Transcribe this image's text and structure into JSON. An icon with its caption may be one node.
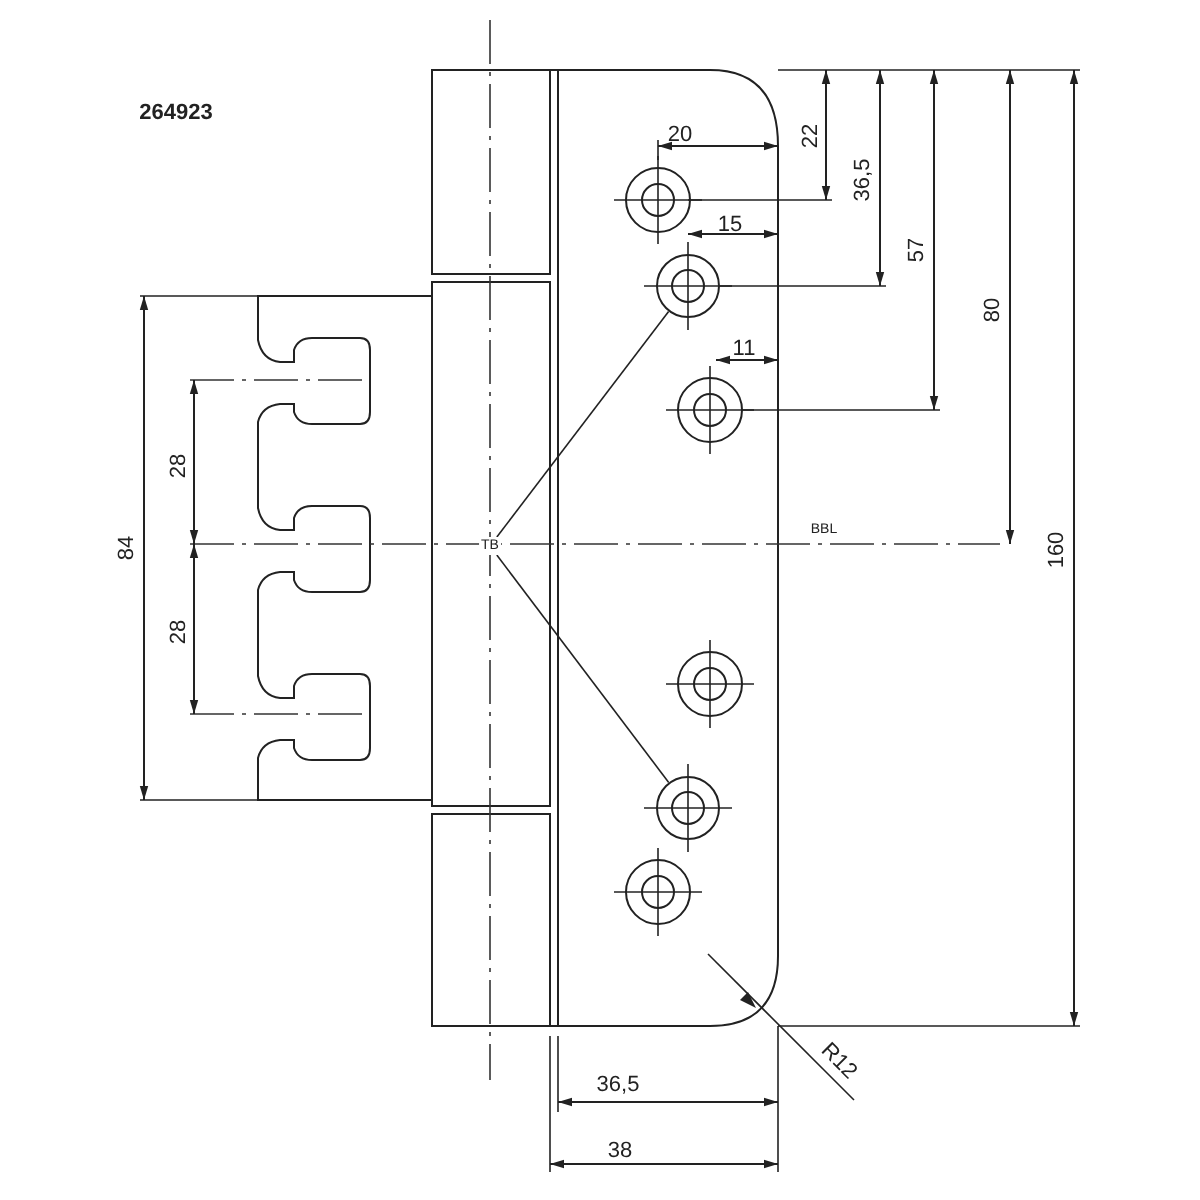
{
  "diagram": {
    "nodes": [
      {
        "text": [
          "TB"
        ]
      },
      {
        "text": [],
        "shape": "circle"
      },
      {
        "text": [],
        "shape": "circle"
      }
    ],
    "edges": [
      {
        "from": 0,
        "to": 1,
        "arrow": "none"
      },
      {
        "from": 0,
        "to": 2,
        "arrow": "none"
      }
    ],
    "labels": [
      "264923",
      "20",
      "22",
      "36,5",
      "15",
      "57",
      "11",
      "80",
      "BBL",
      "160",
      "84",
      "28",
      "28",
      "36,5",
      "38",
      "R12"
    ]
  }
}
